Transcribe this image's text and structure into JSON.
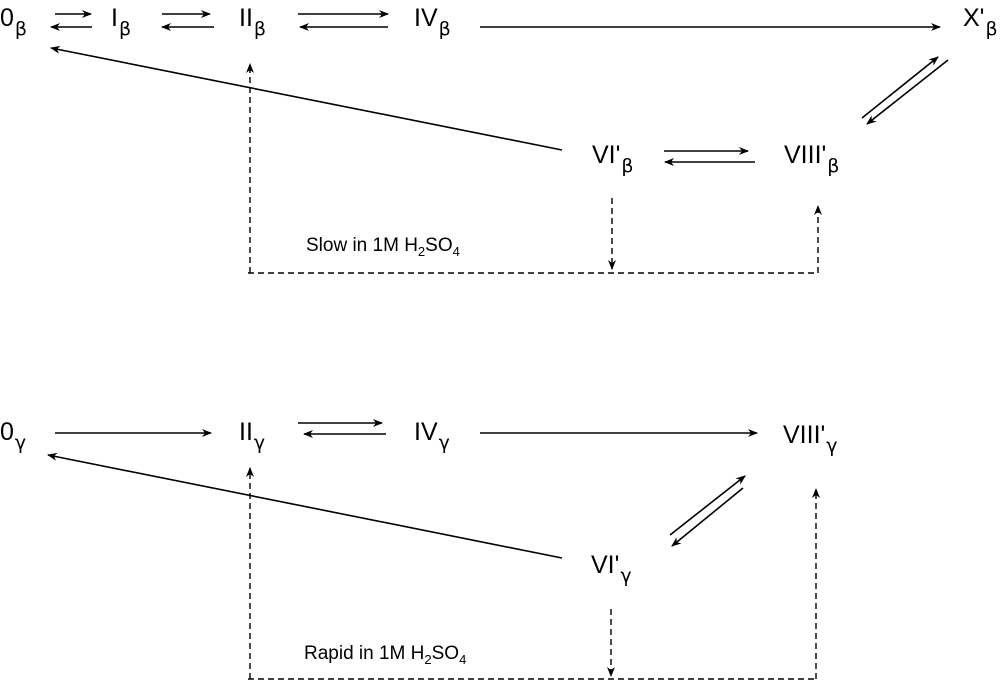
{
  "diagram": {
    "beta": {
      "nodes": [
        {
          "id": "0b",
          "main": "0",
          "sub": "β"
        },
        {
          "id": "Ib",
          "main": "I",
          "sub": "β"
        },
        {
          "id": "IIb",
          "main": "II",
          "sub": "β"
        },
        {
          "id": "IVb",
          "main": "IV",
          "sub": "β"
        },
        {
          "id": "Xb",
          "main": "X'",
          "sub": "β"
        },
        {
          "id": "VIb",
          "main": "VI'",
          "sub": "β"
        },
        {
          "id": "VIIIb",
          "main": "VIII'",
          "sub": "β"
        }
      ],
      "caption": {
        "pre": "Slow in 1M H",
        "sub1": "2",
        "mid": "SO",
        "sub2": "4"
      },
      "edges": [
        {
          "from": "0b",
          "to": "Ib",
          "type": "reversible"
        },
        {
          "from": "Ib",
          "to": "IIb",
          "type": "reversible"
        },
        {
          "from": "IIb",
          "to": "IVb",
          "type": "reversible"
        },
        {
          "from": "IVb",
          "to": "Xb",
          "type": "forward"
        },
        {
          "from": "Xb",
          "to": "VIIIb",
          "type": "reversible"
        },
        {
          "from": "VIb",
          "to": "VIIIb",
          "type": "reversible"
        },
        {
          "from": "VIb",
          "to": "0b",
          "type": "forward"
        },
        {
          "from": "VIb",
          "to": "IIb",
          "type": "dashed"
        },
        {
          "from": "VIb",
          "to": "VIIIb",
          "type": "dashed"
        }
      ]
    },
    "gamma": {
      "nodes": [
        {
          "id": "0g",
          "main": "0",
          "sub": "γ"
        },
        {
          "id": "IIg",
          "main": "II",
          "sub": "γ"
        },
        {
          "id": "IVg",
          "main": "IV",
          "sub": "γ"
        },
        {
          "id": "VIIIg",
          "main": "VIII'",
          "sub": "γ"
        },
        {
          "id": "VIg",
          "main": "VI'",
          "sub": "γ"
        }
      ],
      "caption": {
        "pre": "Rapid in 1M H",
        "sub1": "2",
        "mid": "SO",
        "sub2": "4"
      },
      "edges": [
        {
          "from": "0g",
          "to": "IIg",
          "type": "forward"
        },
        {
          "from": "IIg",
          "to": "IVg",
          "type": "reversible"
        },
        {
          "from": "IVg",
          "to": "VIIIg",
          "type": "forward"
        },
        {
          "from": "VIg",
          "to": "VIIIg",
          "type": "reversible"
        },
        {
          "from": "VIg",
          "to": "0g",
          "type": "forward"
        },
        {
          "from": "VIg",
          "to": "IIg",
          "type": "dashed"
        },
        {
          "from": "VIg",
          "to": "VIIIg",
          "type": "dashed"
        }
      ]
    }
  }
}
